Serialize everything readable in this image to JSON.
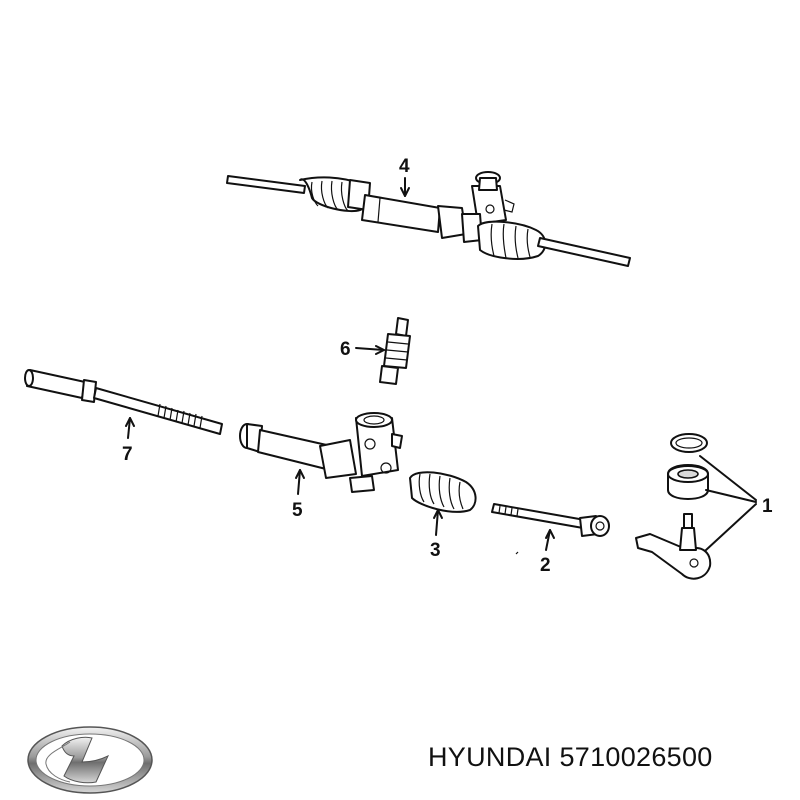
{
  "caption": {
    "brand": "HYUNDAI",
    "part_number": "5710026500"
  },
  "callouts": [
    {
      "id": "1",
      "label": "1"
    },
    {
      "id": "2",
      "label": "2"
    },
    {
      "id": "3",
      "label": "3"
    },
    {
      "id": "4",
      "label": "4"
    },
    {
      "id": "5",
      "label": "5"
    },
    {
      "id": "6",
      "label": "6"
    },
    {
      "id": "7",
      "label": "7"
    }
  ],
  "logo": {
    "name": "hyundai-logo-icon",
    "color": "#8a8a8a"
  }
}
